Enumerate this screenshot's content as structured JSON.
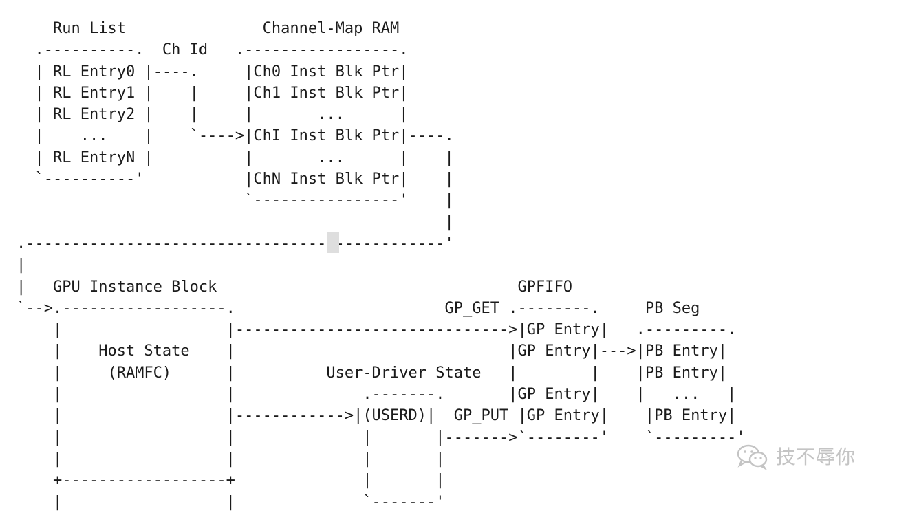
{
  "diagram": {
    "lines": [
      "    Run List               Channel-Map RAM",
      "  .----------.  Ch Id   .-----------------.",
      "  | RL Entry0 |----.     |Ch0 Inst Blk Ptr|",
      "  | RL Entry1 |    |     |Ch1 Inst Blk Ptr|",
      "  | RL Entry2 |    |     |       ...      |",
      "  |    ...    |    `---->|ChI Inst Blk Ptr|----.",
      "  | RL EntryN |          |       ...      |    |",
      "  `----------'           |ChN Inst Blk Ptr|    |",
      "                         `----------------'    |",
      "                                               |",
      ".----------------------------------------------'",
      "|",
      "|   GPU Instance Block                                 GPFIFO",
      "`-->.------------------.                       GP_GET .--------.     PB Seg",
      "    |                  |------------------------------>|GP Entry|   .---------.",
      "    |    Host State    |                              |GP Entry|--->|PB Entry|",
      "    |     (RAMFC)      |          User-Driver State   |        |    |PB Entry|",
      "    |                  |              .-------.       |GP Entry|    |   ...   |",
      "    |                  |------------>|(USERD)|  GP_PUT |GP Entry|    |PB Entry|",
      "    |                  |              |       |------->`--------'    `---------'",
      "    |                  |              |       |",
      "    +------------------+              |       |",
      "    |                  |              `-------'"
    ]
  },
  "watermark": {
    "icon": "wechat-icon",
    "text": "技不辱你"
  }
}
